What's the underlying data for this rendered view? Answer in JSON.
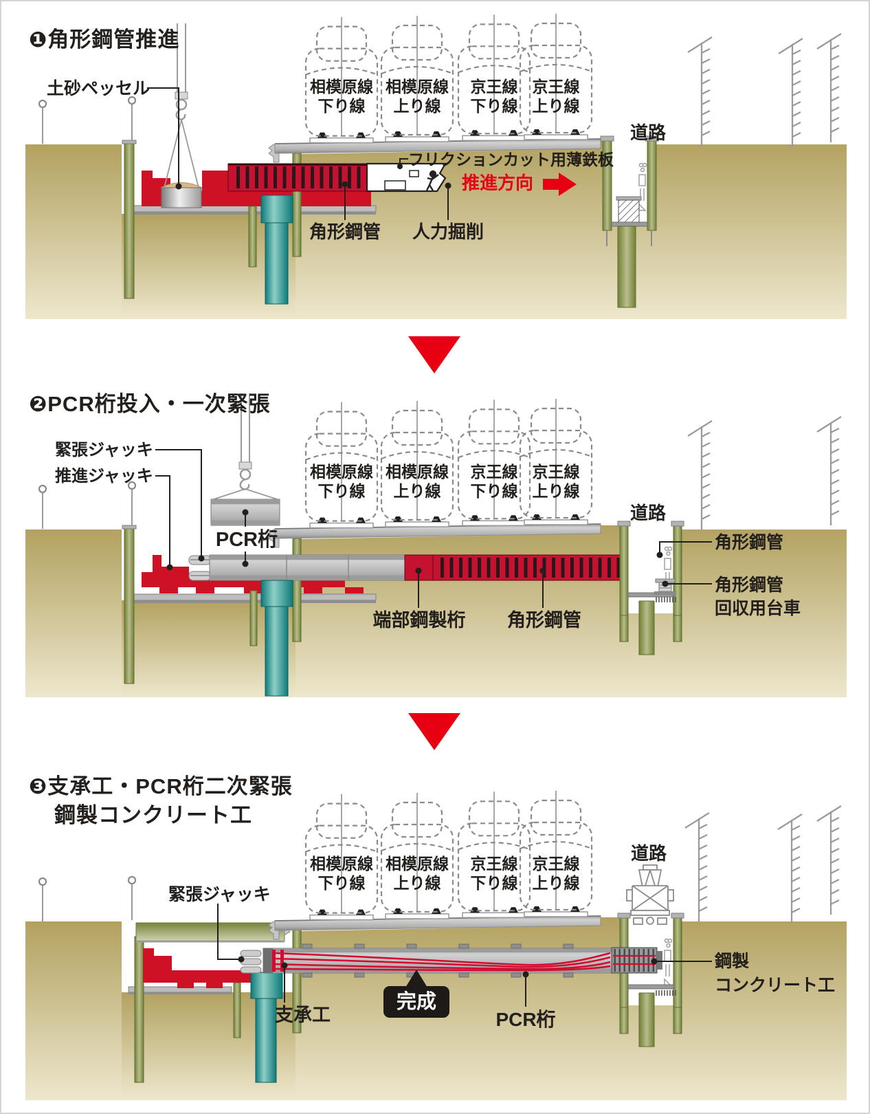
{
  "panels": [
    {
      "number": "❶",
      "title": "角形鋼管推進",
      "labels": {
        "soil_vessel": "土砂ペッセル",
        "friction_plate": "フリクションカット用薄鉄板",
        "direction": "推進方向",
        "square_pipe": "角形鋼管",
        "manual_excavation": "人力掘削",
        "road": "道路"
      }
    },
    {
      "number": "❷",
      "title": "PCR桁投入・一次緊張",
      "labels": {
        "tension_jack": "緊張ジャッキ",
        "jacking_jack": "推進ジャッキ",
        "pcr_girder": "PCR桁",
        "end_steel_girder": "端部鋼製桁",
        "square_pipe": "角形鋼管",
        "road": "道路",
        "square_pipe_right": "角形鋼管",
        "recovery_cart_line1": "角形鋼管",
        "recovery_cart_line2": "回収用台車"
      }
    },
    {
      "number": "❸",
      "title_line1": "支承工・PCR桁二次緊張",
      "title_line2": "鋼製コンクリート工",
      "labels": {
        "tension_jack": "緊張ジャッキ",
        "bearing": "支承工",
        "completed": "完成",
        "pcr_girder": "PCR桁",
        "road": "道路",
        "steel_concrete_line1": "鋼製",
        "steel_concrete_line2": "コンクリート工"
      }
    }
  ],
  "tracks": [
    {
      "line": "相模原線",
      "direction": "下り線"
    },
    {
      "line": "相模原線",
      "direction": "上り線"
    },
    {
      "line": "京王線",
      "direction": "下り線"
    },
    {
      "line": "京王線",
      "direction": "上り線"
    }
  ],
  "colors": {
    "ground_top": "#b2a160",
    "ground_bottom": "#ede7cd",
    "wall_olive": "#718036",
    "pier_teal": "#117f7f",
    "machine_red": "#cf1126",
    "pipe_red": "#c41230",
    "accent_red": "#e60012",
    "girder_gray": "#b5b5b5",
    "text": "#231f1c"
  }
}
